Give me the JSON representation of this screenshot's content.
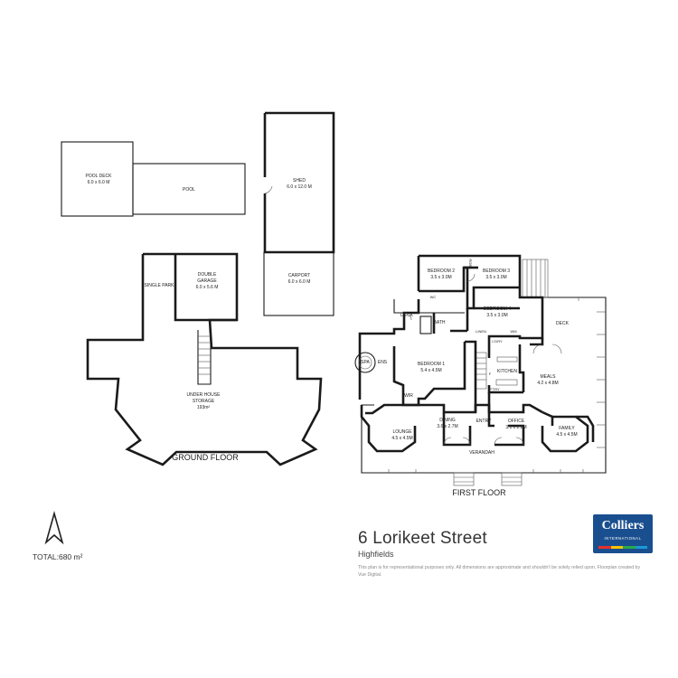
{
  "property": {
    "address": "6 Lorikeet Street",
    "suburb": "Highfields",
    "disclaimer": "This plan is for representational purposes only. All dimensions are approximate and shouldn't be solely relied upon. Floorplan created by Vue Digital.",
    "total_area": "TOTAL:680 m²"
  },
  "brand": {
    "name": "Colliers",
    "sub": "INTERNATIONAL",
    "bg_color": "#1a4f8f",
    "stripe_colors": [
      "#e5322d",
      "#f5c400",
      "#2aa84a",
      "#1a9ad6"
    ]
  },
  "compass": {
    "icon": "north-arrow-icon"
  },
  "outbuildings": {
    "pool_deck": {
      "name": "POOL DECK",
      "dims": "6.0 x 6.0 M"
    },
    "pool": {
      "name": "POOL"
    },
    "shed": {
      "name": "SHED",
      "dims": "6.0 x 12.0 M"
    },
    "carport": {
      "name": "CARPORT",
      "dims": "6.0 x 6.0 M"
    }
  },
  "ground_floor": {
    "title": "GROUND FLOOR",
    "single_park": "SINGLE PARK",
    "double_garage": {
      "name": "DOUBLE",
      "name2": "GARAGE",
      "dims": "6.0 x 5.6 M"
    },
    "storage": {
      "name": "UNDER HOUSE",
      "name2": "STORAGE",
      "dims": "193m²"
    }
  },
  "first_floor": {
    "title": "FIRST FLOOR",
    "bedroom2": {
      "name": "BEDROOM 2",
      "dims": "3.5 x 3.0M"
    },
    "bedroom3": {
      "name": "BEDROOM 3",
      "dims": "3.5 x 3.0M"
    },
    "bedroom4": {
      "name": "BEDROOM 4",
      "dims": "3.5 x 3.0M"
    },
    "bedroom1": {
      "name": "BEDROOM 1",
      "dims": "5.4 x 4.5M"
    },
    "lounge": {
      "name": "LOUNGE",
      "dims": "4.5 x 4.5M"
    },
    "dining": {
      "name": "DINING",
      "dims": "3.6 x 2.7M"
    },
    "office": {
      "name": "OFFICE",
      "dims": "3.1 x 2.8M"
    },
    "family": {
      "name": "FAMILY",
      "dims": "4.5 x 4.5M"
    },
    "meals": {
      "name": "MEALS",
      "dims": "4.2 x 4.8M"
    },
    "kitchen": "KITCHEN",
    "deck_left": "DECK",
    "deck_right": "DECK",
    "bath": "BATH",
    "ens": "ENS",
    "spa": "SPA",
    "wir": "WIR",
    "wc": "WC",
    "ldry": "L'DRY",
    "linen": "LINEN",
    "wm": "WM",
    "entry": "ENTRY",
    "verandah": "VERANDAH",
    "pantry": "P'TRY",
    "robe": "ROBE",
    "fridge": "F"
  }
}
